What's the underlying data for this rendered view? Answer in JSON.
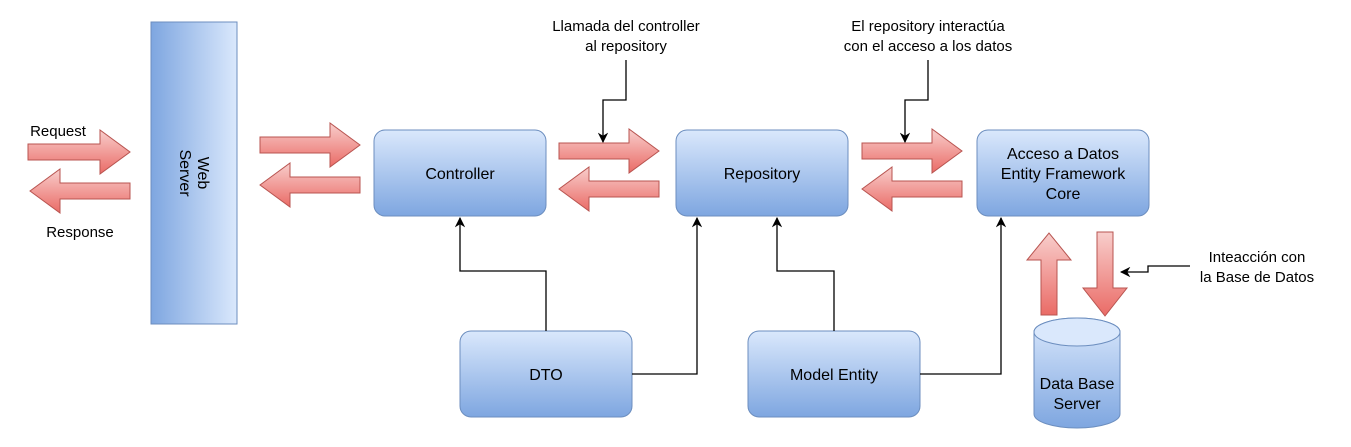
{
  "colors": {
    "box_fill_top": "#dae8fc",
    "box_fill_bottom": "#7ea6e0",
    "box_stroke": "#6c8ebf",
    "arrow_fill_top": "#f8cecc",
    "arrow_fill_bottom": "#ea6b66",
    "arrow_stroke": "#b85450",
    "connector": "#000000"
  },
  "web_server": {
    "line1": "Web",
    "line2": "Server"
  },
  "boxes": {
    "controller": "Controller",
    "repository": "Repository",
    "acceso": {
      "line1": "Acceso a Datos",
      "line2": "Entity Framework",
      "line3": "Core"
    },
    "dto": "DTO",
    "model_entity": "Model Entity",
    "database": {
      "line1": "Data Base",
      "line2": "Server"
    }
  },
  "labels": {
    "request": "Request",
    "response": "Response",
    "llamada": {
      "line1": "Llamada del controller",
      "line2": "al repository"
    },
    "repo_interact": {
      "line1": "El repository interactúa",
      "line2": "con el acceso a los datos"
    },
    "db_interaction": {
      "line1": "Inteacción con",
      "line2": "la Base de Datos"
    }
  }
}
